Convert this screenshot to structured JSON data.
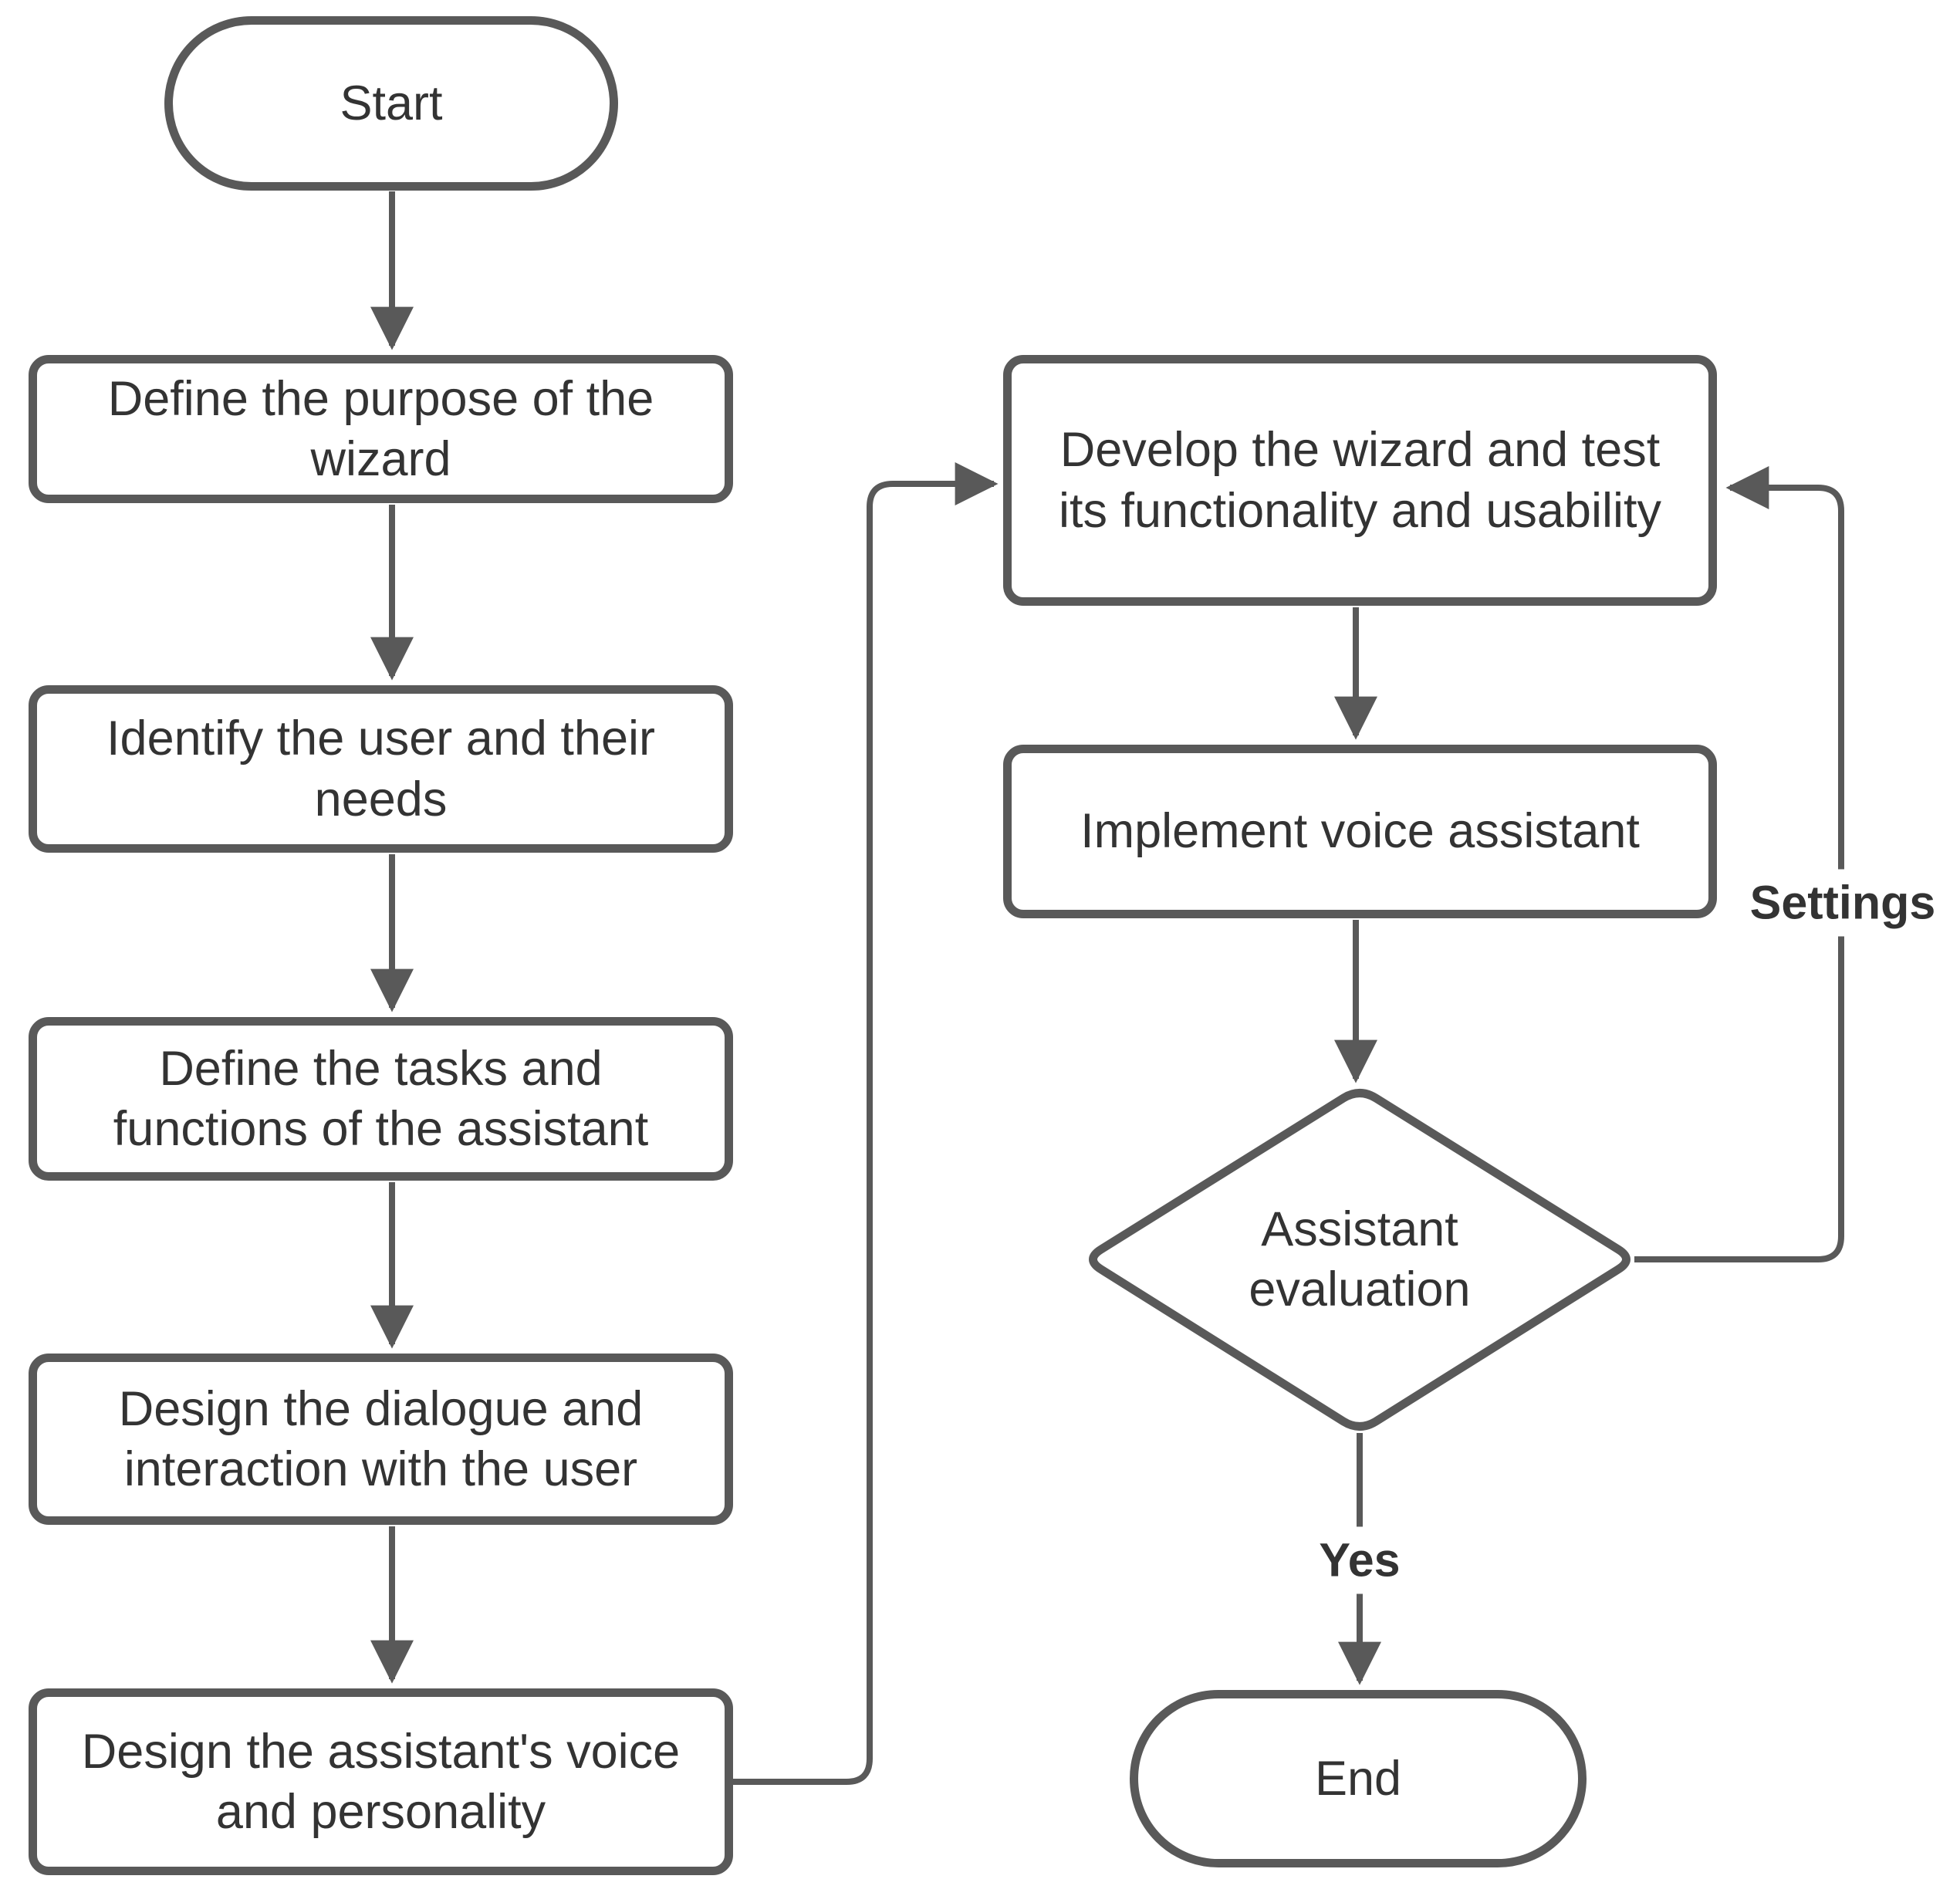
{
  "diagram": {
    "background": "#ffffff",
    "stroke_color": "#595959",
    "text_color": "#333333",
    "nodes": {
      "start": "Start",
      "define_purpose": "Define the purpose of the wizard",
      "identify_user": "Identify the user and their needs",
      "define_tasks": "Define the tasks and functions of the assistant",
      "design_dialogue": "Design the dialogue and interaction with the user",
      "design_voice": "Design the assistant's voice and personality",
      "develop_wizard": "Develop the wizard and test its functionality and usability",
      "implement_voice": "Implement voice assistant",
      "assistant_evaluation": "Assistant evaluation",
      "end": "End"
    },
    "edge_labels": {
      "settings": "Settings",
      "yes": "Yes"
    },
    "edges": [
      "Start -> Define the purpose of the wizard",
      "Define the purpose of the wizard -> Identify the user and their needs",
      "Identify the user and their needs -> Define the tasks and functions of the assistant",
      "Define the tasks and functions of the assistant -> Design the dialogue and interaction with the user",
      "Design the dialogue and interaction with the user -> Design the assistant's voice and personality",
      "Design the assistant's voice and personality -> Develop the wizard and test its functionality and usability",
      "Develop the wizard and test its functionality and usability -> Implement voice assistant",
      "Implement voice assistant -> Assistant evaluation",
      "Assistant evaluation -> Develop the wizard and test its functionality and usability (Settings)",
      "Assistant evaluation -> End (Yes)"
    ]
  }
}
